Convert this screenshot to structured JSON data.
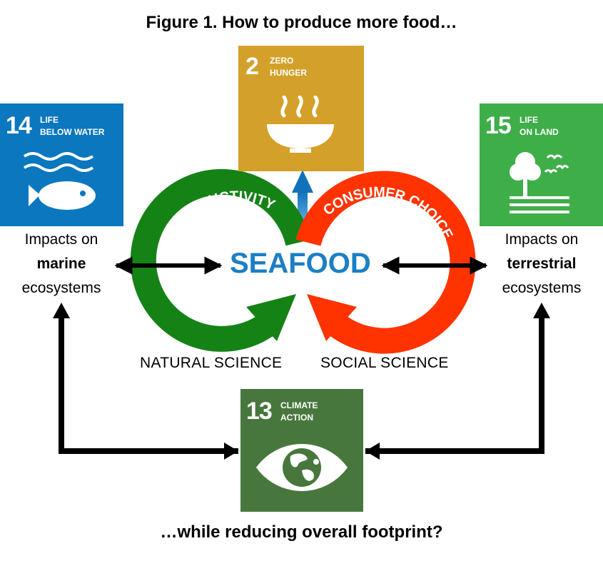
{
  "header": {
    "title": "Figure 1. How to produce more food…"
  },
  "footer": {
    "question": "…while reducing overall footprint?"
  },
  "sdg": {
    "zero_hunger": {
      "number": "2",
      "label_line1": "ZERO",
      "label_line2": "HUNGER",
      "color": "#D3A029",
      "icon": "soup-bowl-icon"
    },
    "life_below_water": {
      "number": "14",
      "label_line1": "LIFE",
      "label_line2": "BELOW WATER",
      "color": "#0A77BE",
      "icon": "fish-waves-icon"
    },
    "life_on_land": {
      "number": "15",
      "label_line1": "LIFE",
      "label_line2": "ON LAND",
      "color": "#3EAE49",
      "icon": "tree-birds-icon"
    },
    "climate_action": {
      "number": "13",
      "label_line1": "CLIMATE",
      "label_line2": "ACTION",
      "color": "#48773E",
      "icon": "eye-globe-icon"
    }
  },
  "center": {
    "label": "SEAFOOD",
    "color": "#1B7FC4"
  },
  "loops": {
    "productivity": {
      "label": "PRODUCTIVITY",
      "color": "#158216"
    },
    "consumer_choice": {
      "label": "CONSUMER CHOICE",
      "color": "#FF3300"
    }
  },
  "sciences": {
    "natural": "NATURAL SCIENCE",
    "social": "SOCIAL SCIENCE"
  },
  "impacts": {
    "marine": {
      "line1": "Impacts on",
      "line2": "marine",
      "line3": "ecosystems"
    },
    "terrestrial": {
      "line1": "Impacts on",
      "line2": "terrestrial",
      "line3": "ecosystems"
    }
  }
}
